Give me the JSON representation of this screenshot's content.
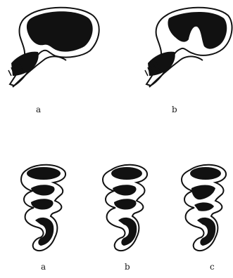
{
  "figure": {
    "top_row_labels": [
      "a",
      "b"
    ],
    "bottom_row_labels": [
      "a",
      "b",
      "c"
    ],
    "ink_color": "#111111",
    "paper_color": "#ffffff"
  }
}
